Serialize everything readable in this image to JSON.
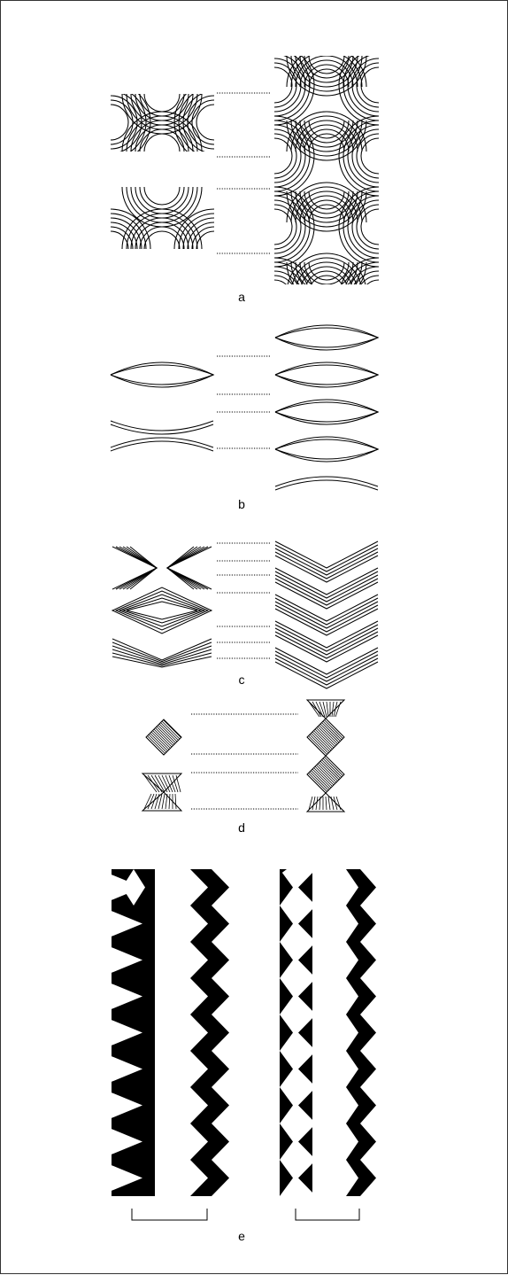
{
  "panels": [
    {
      "id": "a",
      "label": "a"
    },
    {
      "id": "b",
      "label": "b"
    },
    {
      "id": "c",
      "label": "c"
    },
    {
      "id": "d",
      "label": "d"
    },
    {
      "id": "e",
      "label": "e"
    }
  ],
  "colors": {
    "ink": "#000000",
    "paper": "#ffffff",
    "frame": "#333333"
  }
}
